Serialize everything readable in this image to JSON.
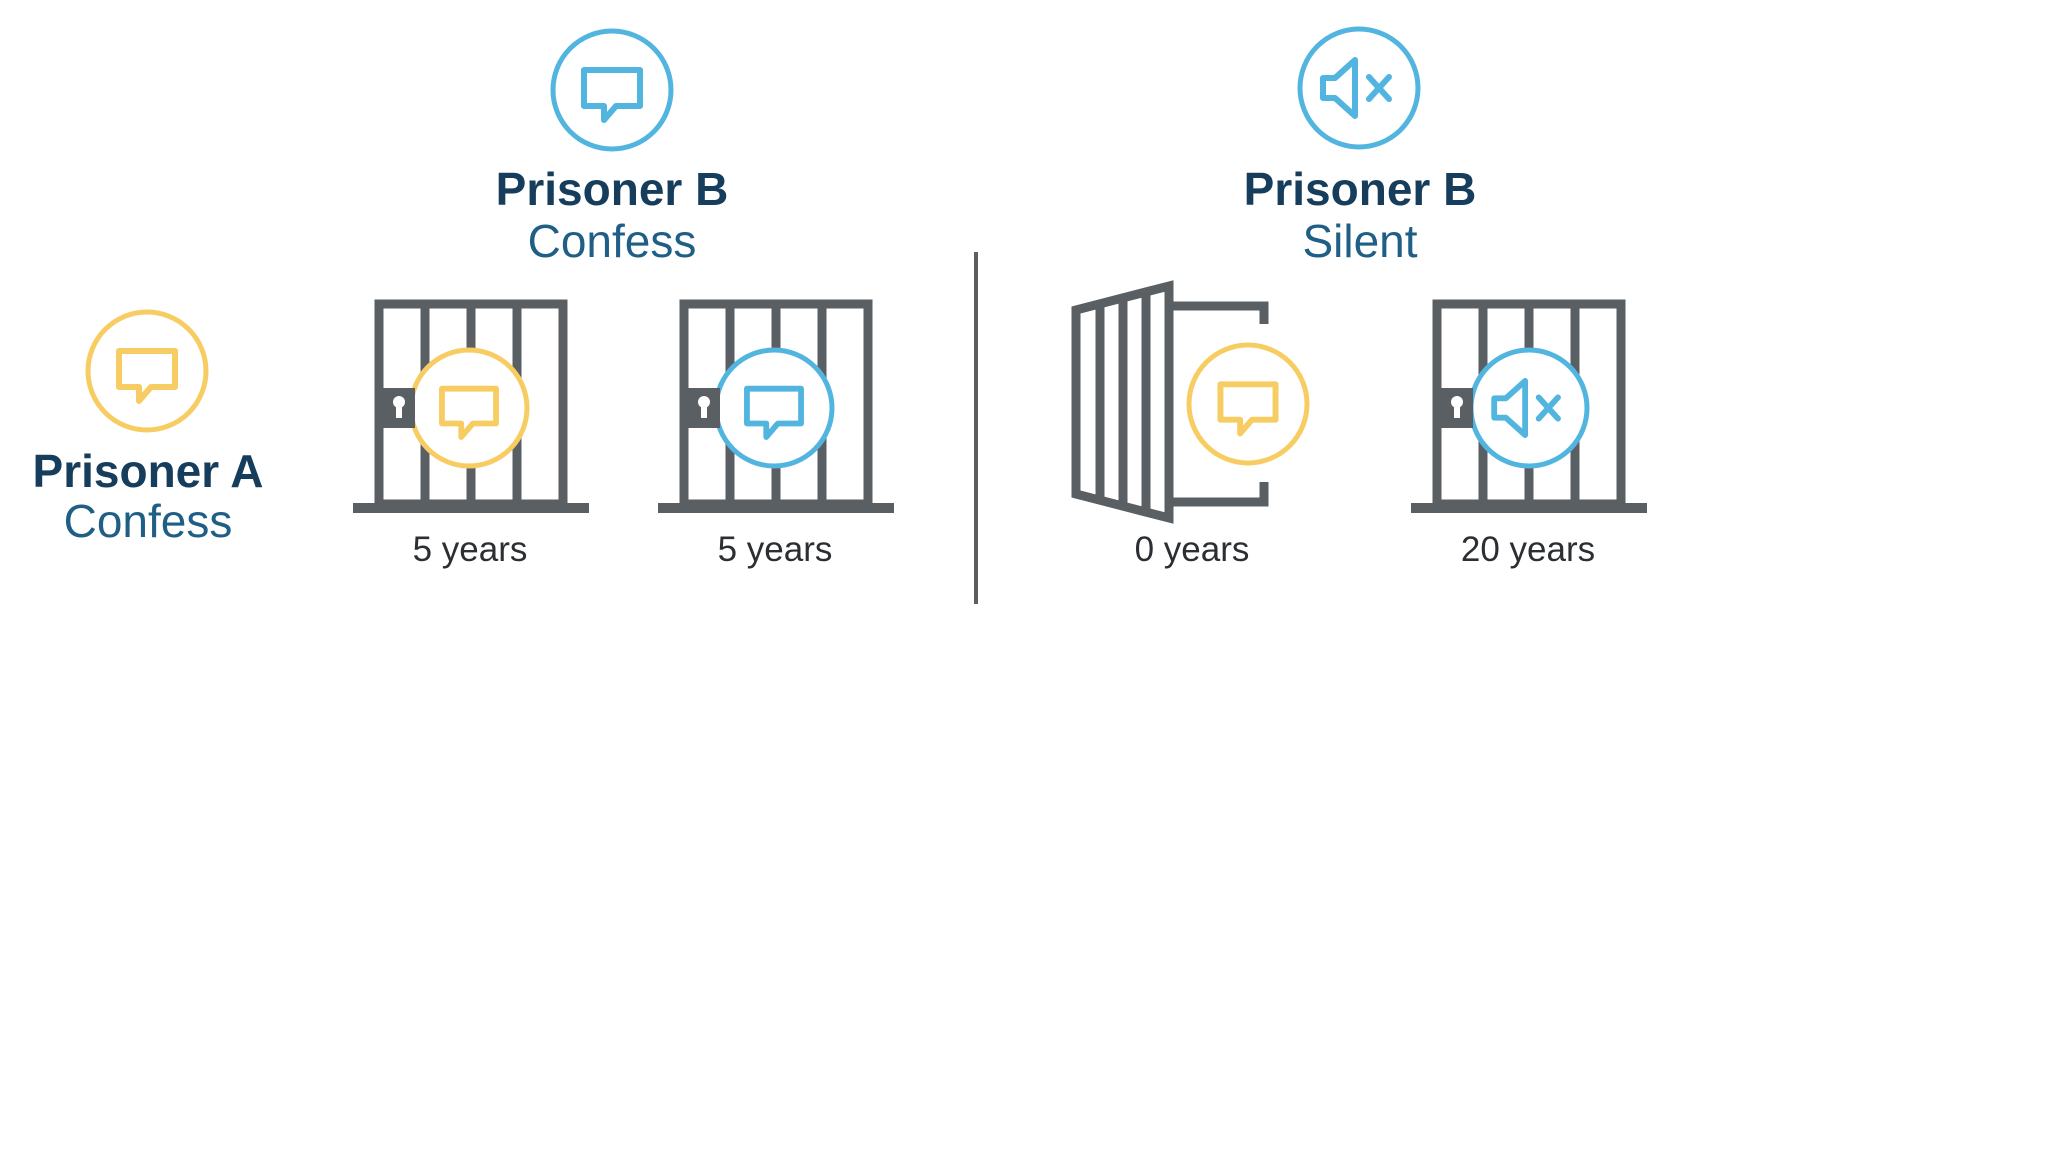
{
  "colors": {
    "yellow": "#f7cd63",
    "blue": "#52b5e0",
    "gray": "#5a5f63",
    "title": "#163e5c",
    "subtitle": "#1f5f86"
  },
  "header_confess": {
    "title": "Prisoner B",
    "subtitle": "Confess",
    "icon": "speech-bubble-icon"
  },
  "header_silent": {
    "title": "Prisoner B",
    "subtitle": "Silent",
    "icon": "muted-speaker-icon"
  },
  "row_a": {
    "title": "Prisoner A",
    "subtitle": "Confess",
    "icon": "speech-bubble-icon"
  },
  "outcomes": [
    {
      "label": "5 years",
      "icon": "jail-cell-icon"
    },
    {
      "label": "5 years",
      "icon": "jail-cell-icon"
    },
    {
      "label": "0 years",
      "icon": "open-jail-door-icon"
    },
    {
      "label": "20 years",
      "icon": "jail-cell-icon"
    }
  ]
}
